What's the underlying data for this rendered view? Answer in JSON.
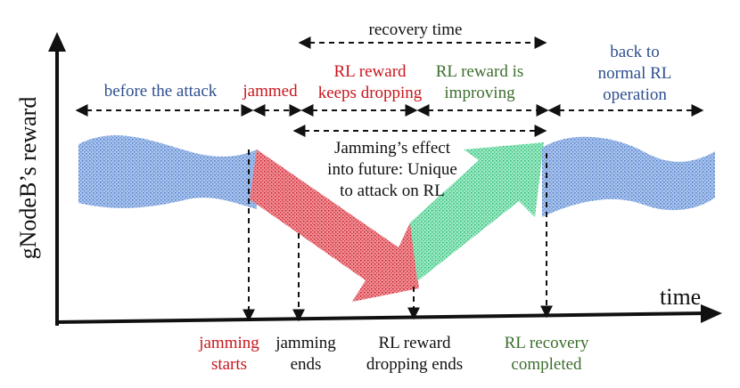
{
  "colors": {
    "blue_text": "#2f4f8f",
    "red_text": "#c8161d",
    "green_text": "#3c6e2e",
    "blue_band": "#8fb1e3",
    "red_band": "#e1646c",
    "green_band": "#6fdca6"
  },
  "axes": {
    "y_label": "gNodeB’s reward",
    "x_label": "time"
  },
  "top_labels": {
    "recovery_time": "recovery time",
    "before_attack": "before the attack",
    "jammed": "jammed",
    "rl_reward_dropping_1": "RL reward",
    "rl_reward_dropping_2": "keeps dropping",
    "rl_reward_improving_1": "RL reward is",
    "rl_reward_improving_2": "improving",
    "back_normal_1": "back to",
    "back_normal_2": "normal RL",
    "back_normal_3": "operation"
  },
  "annotation": {
    "line1": "Jamming’s effect",
    "line2": "into future: Unique",
    "line3": "to attack on RL"
  },
  "bottom_labels": {
    "jamming_starts_1": "jamming",
    "jamming_starts_2": "starts",
    "jamming_ends_1": "jamming",
    "jamming_ends_2": "ends",
    "dropping_ends_1": "RL reward",
    "dropping_ends_2": "dropping ends",
    "recovery_completed_1": "RL recovery",
    "recovery_completed_2": "completed"
  }
}
